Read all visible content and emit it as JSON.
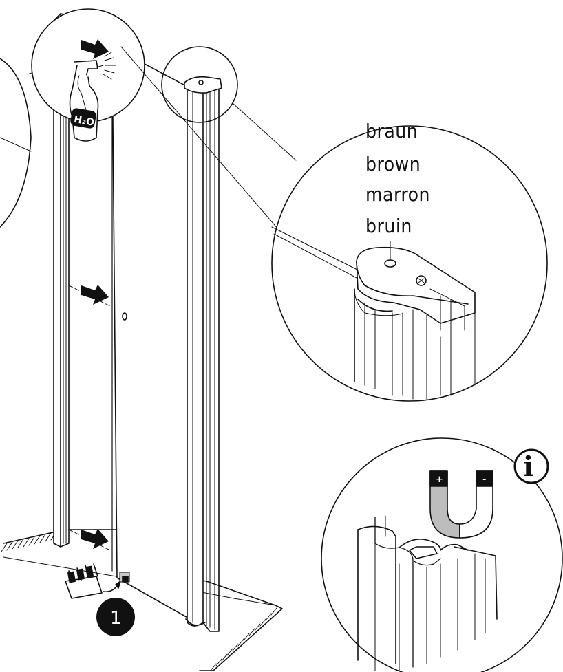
{
  "labels": {
    "color_names": [
      "braun",
      "brown",
      "marron",
      "bruin"
    ],
    "step_number": "1",
    "info_symbol": "i",
    "bottle_text": "H₂O",
    "magnet_plus": "+",
    "magnet_minus": "-"
  },
  "colors": {
    "line": "#111111",
    "magnet_plus_pole": "#111111",
    "magnet_minus_pole": "#111111",
    "magnet_body_left": "#bdbdbd",
    "magnet_body_right": "#ffffff",
    "connector_highlight": "#c8c8c8"
  }
}
